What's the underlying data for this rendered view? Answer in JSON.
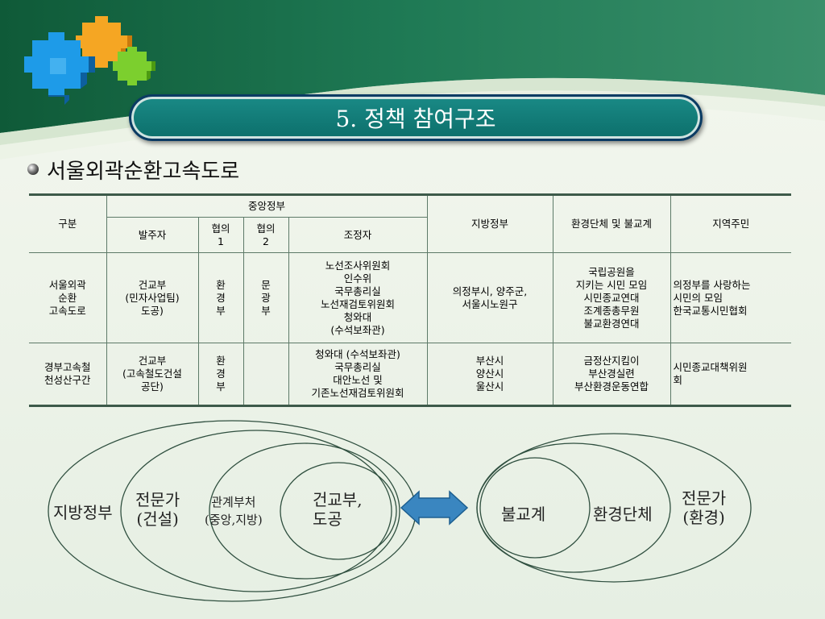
{
  "slide": {
    "title": "5. 정책 참여구조",
    "bullet": "서울외곽순환고속도로"
  },
  "table": {
    "header": {
      "gubun": "구분",
      "central": "중앙정부",
      "local": "지방정부",
      "env": "환경단체 및 불교계",
      "residents": "지역주민",
      "orderer": "발주자",
      "coop1": "협의\n1",
      "coop2": "협의\n2",
      "mediator": "조정자"
    },
    "rows": [
      {
        "name": "서울외곽\n순환\n고속도로",
        "orderer": "건교부\n(민자사업팀)\n도공)",
        "coop1": "환\n경\n부",
        "coop2": "문\n광\n부",
        "mediator": "노선조사위원회\n인수위\n국무총리실\n노선재검토위원회\n청와대\n(수석보좌관)",
        "local": "의정부시, 양주군,\n서울시노원구",
        "env": "국립공원을\n지키는 시민 모임\n시민종교연대\n조계종총무원\n불교환경연대",
        "residents": "의정부를 사랑하는\n시민의 모임\n한국교통시민협회"
      },
      {
        "name": "경부고속철\n천성산구간",
        "orderer": "건교부\n(고속철도건설\n공단)",
        "coop1": "환\n경\n부",
        "coop2": "",
        "mediator": "청와대 (수석보좌관)\n국무총리실\n대안노선 및\n기존노선재검토위원회",
        "local": "부산시\n양산시\n울산시",
        "env": "금정산지킴이\n부산경실련\n부산환경운동연합",
        "residents": "시민종교대책위원\n회"
      }
    ]
  },
  "diagram": {
    "left": {
      "outer": "지방정부",
      "second": "전문가\n(건설)",
      "third": "관계부처\n(중앙,지방)",
      "inner": "건교부,\n도공"
    },
    "right": {
      "inner": "불교계",
      "middle": "환경단체",
      "outer": "전문가\n(환경)"
    }
  },
  "colors": {
    "title_fill": "#0c6f6b",
    "title_border": "#0b3b63",
    "arrow": "#3a86c0",
    "table_rule": "#3d5a4a"
  }
}
